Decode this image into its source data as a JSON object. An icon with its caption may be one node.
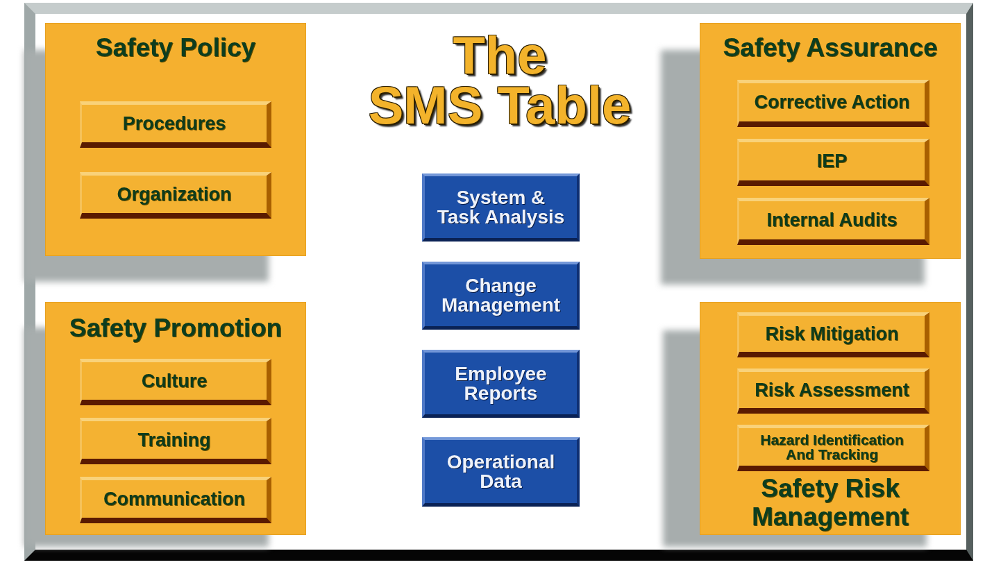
{
  "diagram": {
    "title": "The SMS Table",
    "nodes": [
      {
        "text": [
          "Safety Policy"
        ]
      },
      {
        "text": [
          "Procedures"
        ],
        "in": 0
      },
      {
        "text": [
          "Organization"
        ],
        "in": 0
      },
      {
        "text": [
          "Safety Assurance"
        ]
      },
      {
        "text": [
          "Corrective Action"
        ],
        "in": 3
      },
      {
        "text": [
          "IEP"
        ],
        "in": 3
      },
      {
        "text": [
          "Internal Audits"
        ],
        "in": 3
      },
      {
        "text": [
          "System & Task Analysis"
        ]
      },
      {
        "text": [
          "Change Management"
        ]
      },
      {
        "text": [
          "Employee Reports"
        ]
      },
      {
        "text": [
          "Operational Data"
        ]
      },
      {
        "text": [
          "Safety Promotion"
        ]
      },
      {
        "text": [
          "Culture"
        ],
        "in": 11
      },
      {
        "text": [
          "Training"
        ],
        "in": 11
      },
      {
        "text": [
          "Communication"
        ],
        "in": 11
      },
      {
        "text": [
          "Safety Risk Management"
        ]
      },
      {
        "text": [
          "Risk Mitigation"
        ],
        "in": 15
      },
      {
        "text": [
          "Risk Assessment"
        ],
        "in": 15
      },
      {
        "text": [
          "Hazard Identification And Tracking"
        ],
        "in": 15
      }
    ],
    "edges": []
  }
}
